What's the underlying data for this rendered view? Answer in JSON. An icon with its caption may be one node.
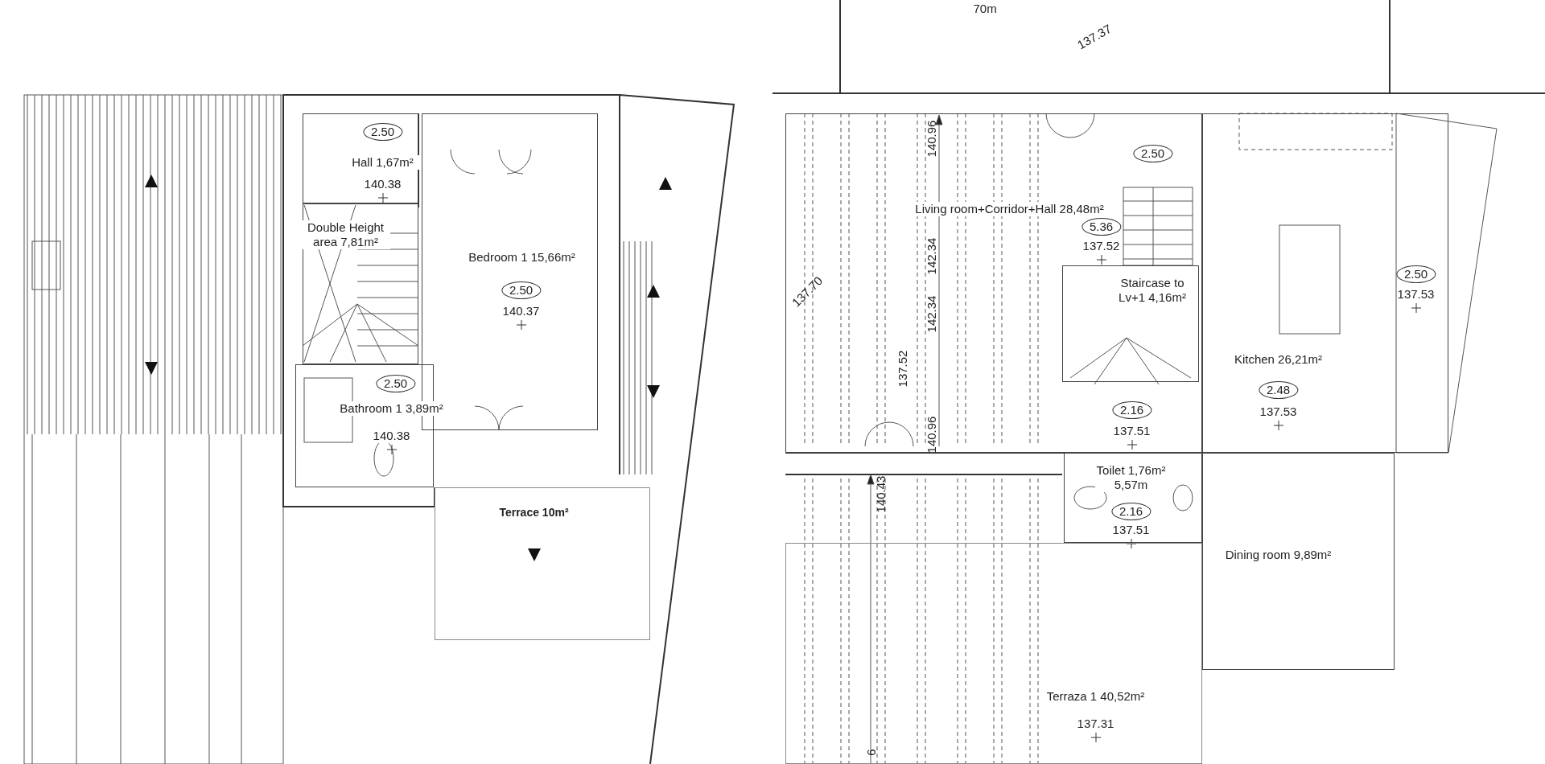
{
  "diagram": {
    "nodes": [
      {
        "text": [
          "2.50",
          "Hall 1,67m²",
          "140.38"
        ]
      },
      {
        "text": [
          "Double Height area 7,81m²"
        ]
      },
      {
        "text": [
          "Bedroom 1 15,66m²",
          "2.50",
          "140.37"
        ]
      },
      {
        "text": [
          "2.50",
          "Bathroom 1 3,89m²",
          "140.38"
        ]
      },
      {
        "text": [
          "Terrace 10m²"
        ]
      },
      {
        "text": [
          "2.50",
          "Living room+Corridor+Hall 28,48m²",
          "5.36",
          "137.52",
          "2.16",
          "137.51"
        ]
      },
      {
        "text": [
          "Staircase to Lv+1 4,16m²"
        ],
        "in": 5
      },
      {
        "text": [
          "2.50",
          "137.53",
          "Kitchen 26,21m²",
          "2.48",
          "137.53"
        ]
      },
      {
        "text": [
          "Toilet 1,76m² 5,57m",
          "2.16",
          "137.51"
        ]
      },
      {
        "text": [
          "Dining room 9,89m²"
        ]
      },
      {
        "text": [
          "Terraza 1 40,52m²",
          "137.31"
        ]
      }
    ],
    "labels": [
      "70m",
      "137.37",
      "140.96",
      "142.34",
      "137.70",
      "142.34",
      "137.52",
      "140.96",
      "140.43",
      "6"
    ]
  }
}
